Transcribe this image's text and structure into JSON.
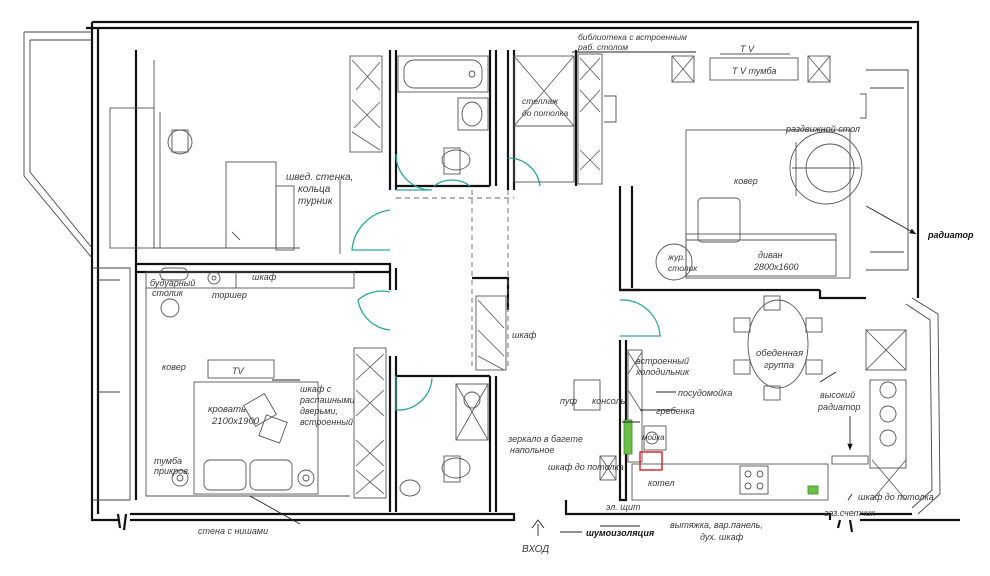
{
  "labels": {
    "library": "библиотека с встроенным",
    "library2": "раб. столом",
    "tv": "T V",
    "tv_stand": "T V тумба",
    "shelving": "стеллаж",
    "shelving2": "до потолка",
    "swedish_wall": "швед. стенка,",
    "rings": "кольца",
    "bar": "турник",
    "folding_table": "раздвижной стол",
    "carpet_living": "ковер",
    "sofa": "диван",
    "sofa_size": "2800x1600",
    "coffee_table": "жур.",
    "coffee_table2": "столик",
    "radiator": "радиатор",
    "dressing_table": "будуарный",
    "dressing_table2": "столик",
    "floor_lamp": "торшер",
    "wardrobe_top": "шкаф",
    "wardrobe_mid": "шкаф",
    "carpet_bed": "ковер",
    "tv_small": "TV",
    "bed": "кровать",
    "bed_size": "2100x1900",
    "nightstand": "тумба",
    "nightstand2": "прикров.",
    "wardrobe_sliding": "шкаф с",
    "wardrobe_sliding2": "распашными",
    "wardrobe_sliding3": "дверьми,",
    "wardrobe_sliding4": "встроенный",
    "niche_wall": "стена с нишами",
    "mirror": "зеркало в багете",
    "mirror2": "напольное",
    "cabinet_ceiling": "шкаф до потолка",
    "puf": "пуф",
    "console": "консоль",
    "fridge": "встроенный",
    "fridge2": "холодильник",
    "dishwasher": "посудомойка",
    "comb": "гребенка",
    "sink": "мойка",
    "boiler": "котел",
    "panel": "эл. щит",
    "noise": "шумоизоляция",
    "entrance": "ВХОД",
    "appliances": "вытяжка, вар.панель,",
    "appliances2": "дух. шкаф",
    "gas_meter": "газ.счетчик",
    "dining": "обеденная",
    "dining2": "группа",
    "high_radiator": "высокий",
    "high_radiator2": "радиатор",
    "cabinet_ceiling2": "шкаф до потолка"
  }
}
